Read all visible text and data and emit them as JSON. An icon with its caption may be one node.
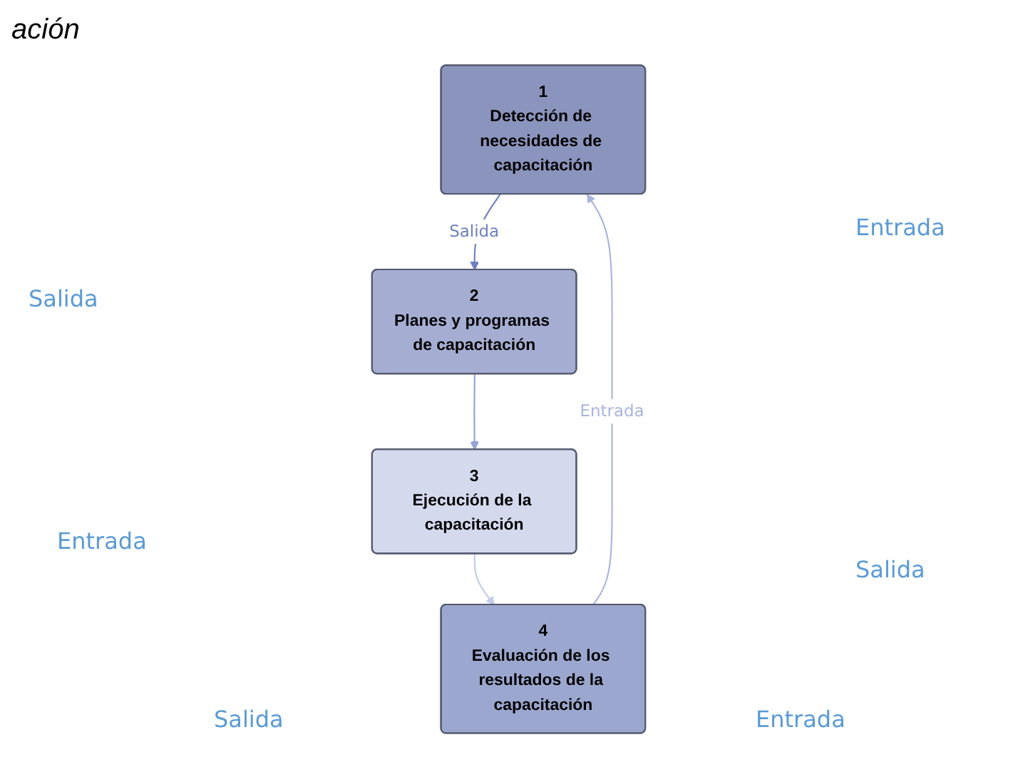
{
  "diagram": {
    "title": "ación",
    "nodes": [
      {
        "text": [
          "1",
          "Detección de necesidades de capacitación"
        ]
      },
      {
        "text": [
          "2",
          "Planes y programas de capacitación"
        ]
      },
      {
        "text": [
          "3",
          "Ejecución de la capacitación"
        ]
      },
      {
        "text": [
          "4",
          "Evaluación de los resultados de la capacitación"
        ]
      }
    ],
    "edges": [
      {
        "from": 0,
        "to": 1,
        "arrow": "to",
        "label": "Salida",
        "color": "#6f80c0"
      },
      {
        "from": 1,
        "to": 2,
        "arrow": "to",
        "color": "#93a3d6"
      },
      {
        "from": 2,
        "to": 3,
        "arrow": "to",
        "color": "#c2cbea"
      },
      {
        "from": 3,
        "to": 0,
        "arrow": "to",
        "label": "Entrada",
        "color": "#a9b5df"
      }
    ],
    "labels": [
      "Entrada",
      "Salida",
      "Entrada",
      "Salida",
      "Salida",
      "Entrada"
    ]
  }
}
